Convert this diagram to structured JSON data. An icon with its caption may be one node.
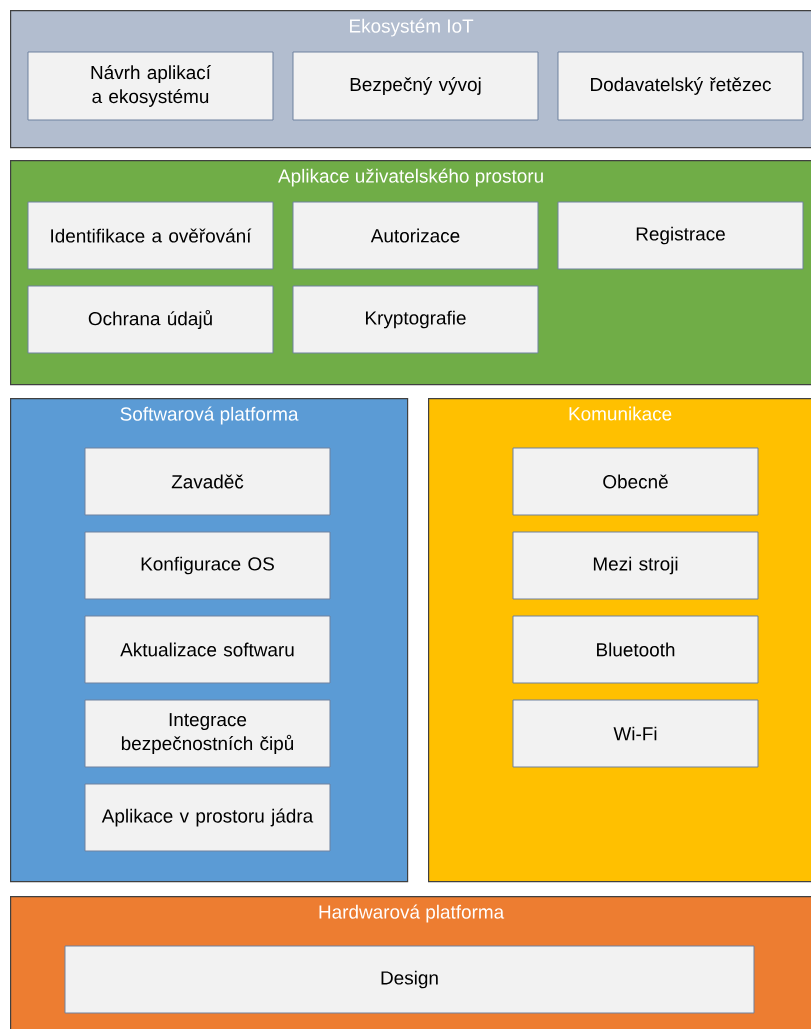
{
  "diagram": {
    "nodes": [
      {
        "text": [
          "Ekosystém IoT"
        ]
      },
      {
        "text": [
          "Návrh aplikací a ekosystému"
        ],
        "in": 0
      },
      {
        "text": [
          "Bezpečný vývoj"
        ],
        "in": 0
      },
      {
        "text": [
          "Dodavatelský řetězec"
        ],
        "in": 0
      },
      {
        "text": [
          "Aplikace uživatelského prostoru"
        ]
      },
      {
        "text": [
          "Identifikace a ověřování"
        ],
        "in": 4
      },
      {
        "text": [
          "Autorizace"
        ],
        "in": 4
      },
      {
        "text": [
          "Registrace"
        ],
        "in": 4
      },
      {
        "text": [
          "Ochrana údajů"
        ],
        "in": 4
      },
      {
        "text": [
          "Kryptografie"
        ],
        "in": 4
      },
      {
        "text": [
          "Softwarová platforma"
        ]
      },
      {
        "text": [
          "Zavaděč"
        ],
        "in": 10
      },
      {
        "text": [
          "Konfigurace OS"
        ],
        "in": 10
      },
      {
        "text": [
          "Aktualizace softwaru"
        ],
        "in": 10
      },
      {
        "text": [
          "Integrace bezpečnostních čipů"
        ],
        "in": 10
      },
      {
        "text": [
          "Aplikace v prostoru jádra"
        ],
        "in": 10
      },
      {
        "text": [
          "Komunikace"
        ]
      },
      {
        "text": [
          "Obecně"
        ],
        "in": 16
      },
      {
        "text": [
          "Mezi stroji"
        ],
        "in": 16
      },
      {
        "text": [
          "Bluetooth"
        ],
        "in": 16
      },
      {
        "text": [
          "Wi-Fi"
        ],
        "in": 16
      },
      {
        "text": [
          "Hardwarová platforma"
        ]
      },
      {
        "text": [
          "Design"
        ],
        "in": 21
      }
    ],
    "edges": []
  }
}
